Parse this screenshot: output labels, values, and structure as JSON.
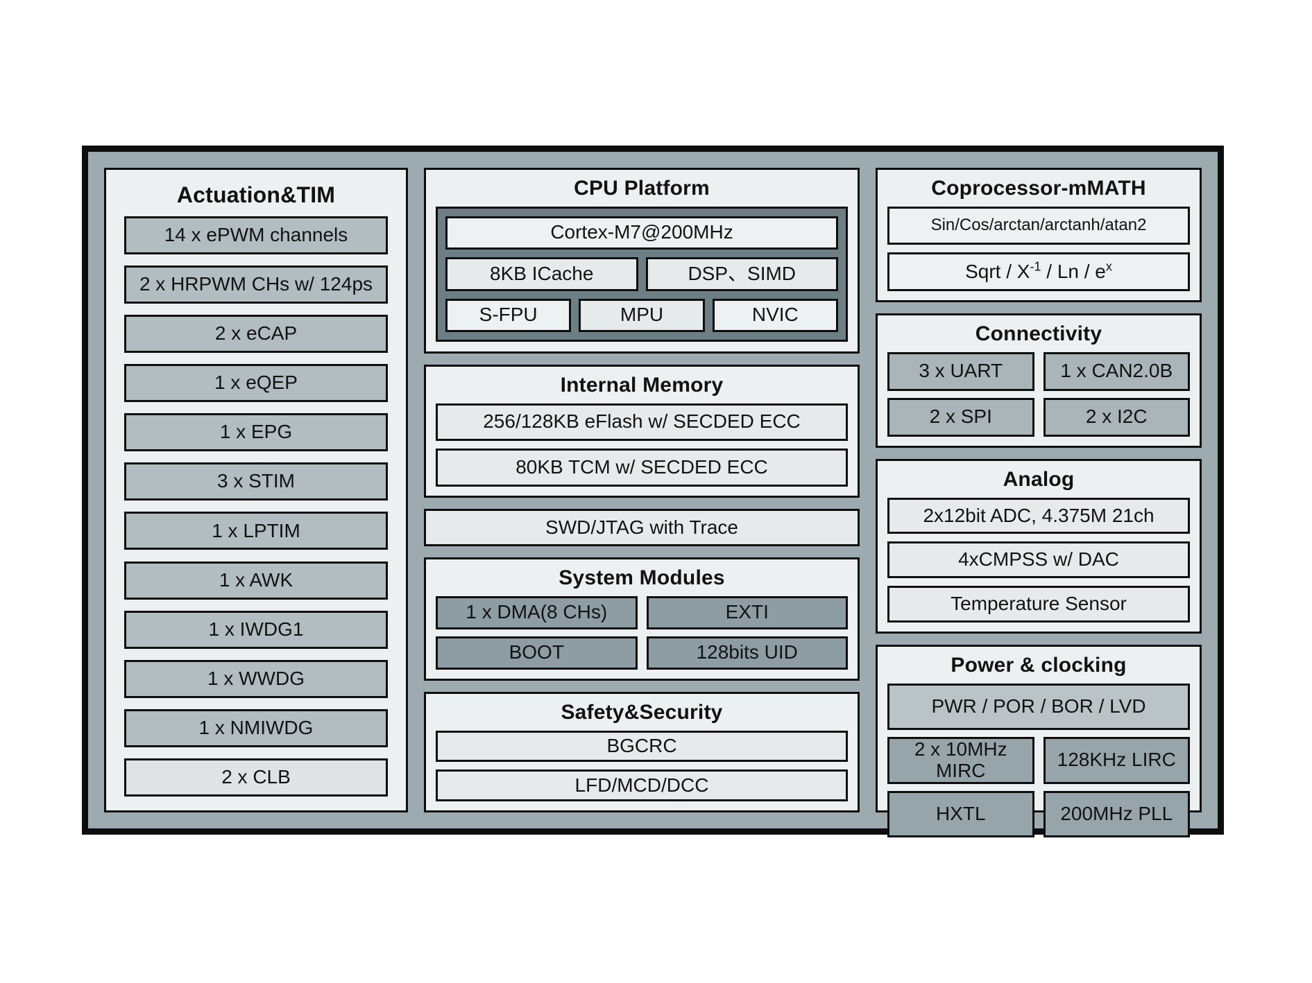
{
  "palette": {
    "frame-gray": "#9dabb0",
    "section-bg": "#edf0f1",
    "border": "#0d0d0d",
    "box-light": "#eef1f2",
    "box-soft": "#e7eaeb",
    "box-mid": "#b1bdc1",
    "box-clb": "#dfe3e4",
    "box-conn": "#a9b5b9",
    "box-dark": "#8d9da3",
    "cpu-inner": "#6d7f85",
    "power-light": "#bac4c7",
    "power-dark": "#97a5ab"
  },
  "left": {
    "title": "Actuation&TIM",
    "items": [
      "14 x ePWM channels",
      "2 x HRPWM CHs w/ 124ps",
      "2 x eCAP",
      "1 x eQEP",
      "1 x EPG",
      "3 x STIM",
      "1 x LPTIM",
      "1 x AWK",
      "1 x IWDG1",
      "1 x WWDG",
      "1 x NMIWDG",
      "2 x CLB"
    ]
  },
  "middle": {
    "cpu": {
      "title": "CPU Platform",
      "core": "Cortex-M7@200MHz",
      "row2": [
        "8KB ICache",
        "DSP、SIMD"
      ],
      "row3": [
        "S-FPU",
        "MPU",
        "NVIC"
      ]
    },
    "memory": {
      "title": "Internal Memory",
      "items": [
        "256/128KB eFlash w/ SECDED ECC",
        "80KB TCM w/ SECDED ECC"
      ]
    },
    "debug": {
      "label": "SWD/JTAG with Trace"
    },
    "system": {
      "title": "System Modules",
      "items": [
        "1 x DMA(8 CHs)",
        "EXTI",
        "BOOT",
        "128bits UID"
      ]
    },
    "safety": {
      "title": "Safety&Security",
      "items": [
        "BGCRC",
        "LFD/MCD/DCC"
      ]
    }
  },
  "right": {
    "math": {
      "title": "Coprocessor-mMATH",
      "item1": "Sin/Cos/arctan/arctanh/atan2",
      "item2": {
        "pre": "Sqrt / X",
        "sup1": "-1",
        "mid": " / Ln / e",
        "sup2": "x"
      }
    },
    "connectivity": {
      "title": "Connectivity",
      "items": [
        "3 x UART",
        "1 x CAN2.0B",
        "2 x SPI",
        "2 x I2C"
      ]
    },
    "analog": {
      "title": "Analog",
      "items": [
        "2x12bit ADC, 4.375M 21ch",
        "4xCMPSS w/ DAC",
        "Temperature Sensor"
      ]
    },
    "power": {
      "title": "Power & clocking",
      "top": "PWR / POR / BOR / LVD",
      "grid": [
        "2 x 10MHz MIRC",
        "128KHz LIRC",
        "HXTL",
        "200MHz PLL"
      ]
    }
  }
}
